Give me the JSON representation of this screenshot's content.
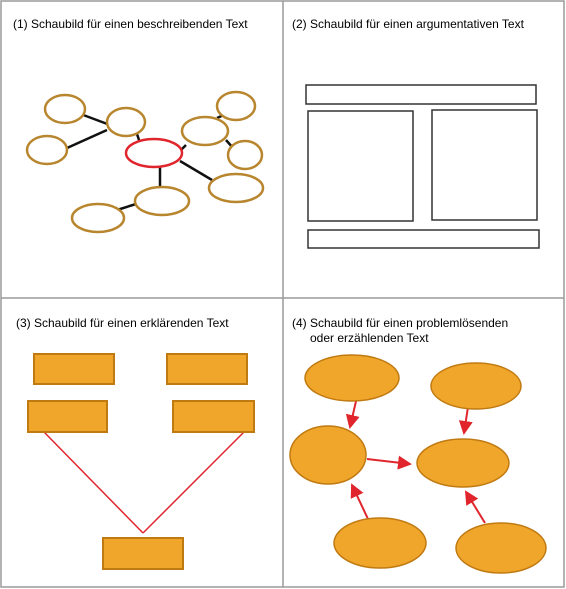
{
  "panels": [
    {
      "title": "(1) Schaubild für einen beschreibenden Text"
    },
    {
      "title": "(2) Schaubild für einen argumentativen Text"
    },
    {
      "title": "(3) Schaubild für einen erklärenden Text"
    },
    {
      "title_line1": "(4) Schaubild für einen problemlösenden",
      "title_line2": "oder erzählenden Text"
    }
  ],
  "colors": {
    "border": "#9a9a9a",
    "ellipse_outline": "#b8862e",
    "center_outline": "#e0262c",
    "connector": "#111111",
    "box_fill": "#f0a62a",
    "box_stroke": "#c07a12",
    "red_line": "#e0262c",
    "arrow": "#e0262c"
  }
}
